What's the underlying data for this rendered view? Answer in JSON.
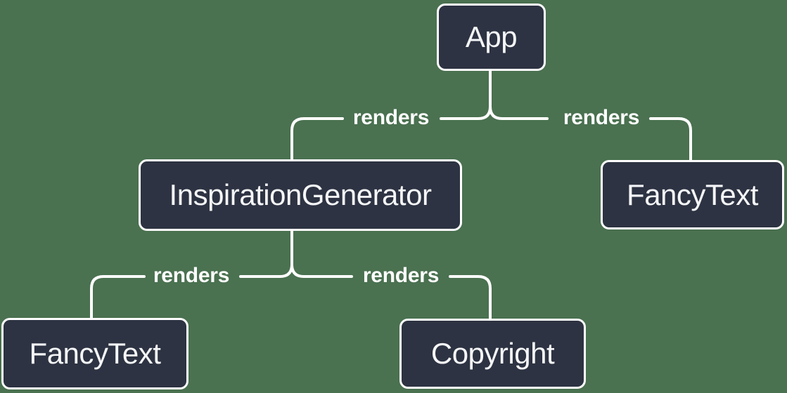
{
  "colors": {
    "background": "#4A7150",
    "node_fill": "#2D3342",
    "node_border": "#FFFFFF",
    "node_text": "#F5F6F8",
    "line": "#FFFFFF"
  },
  "nodes": [
    {
      "id": "app",
      "label": "App"
    },
    {
      "id": "inspiration-generator",
      "label": "InspirationGenerator"
    },
    {
      "id": "fancy-text-top",
      "label": "FancyText"
    },
    {
      "id": "fancy-text-bottom",
      "label": "FancyText"
    },
    {
      "id": "copyright",
      "label": "Copyright"
    }
  ],
  "edges": [
    {
      "from": "App",
      "to": "InspirationGenerator",
      "label": "renders"
    },
    {
      "from": "App",
      "to": "FancyText",
      "label": "renders"
    },
    {
      "from": "InspirationGenerator",
      "to": "FancyText",
      "label": "renders"
    },
    {
      "from": "InspirationGenerator",
      "to": "Copyright",
      "label": "renders"
    }
  ]
}
